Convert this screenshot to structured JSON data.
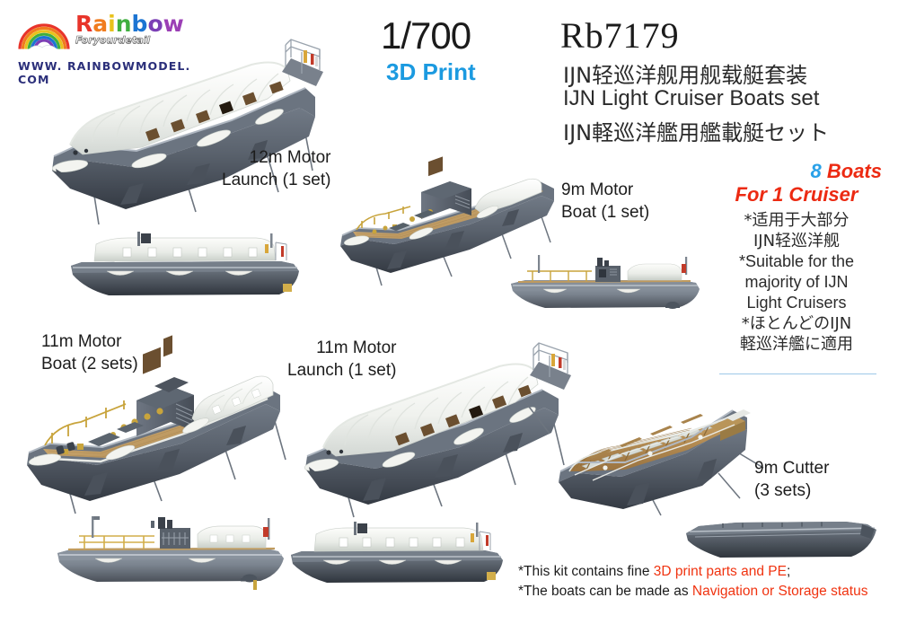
{
  "brand": {
    "logo_word": "Rainbow",
    "logo_letters": [
      {
        "ch": "R",
        "color": "#e8342a"
      },
      {
        "ch": "a",
        "color": "#f07c1e"
      },
      {
        "ch": "i",
        "color": "#e8c21c"
      },
      {
        "ch": "n",
        "color": "#3fae3f"
      },
      {
        "ch": "b",
        "color": "#1b74d2"
      },
      {
        "ch": "o",
        "color": "#7b3fb5"
      },
      {
        "ch": "w",
        "color": "#9b3fb5"
      }
    ],
    "tagline": "Foryourdetail",
    "website": "WWW. RAINBOWMODEL. COM",
    "icon": "rainbow-arc-icon"
  },
  "header": {
    "scale": "1/700",
    "print_type": "3D Print",
    "print_type_color": "#1b9ae0",
    "product_code": "Rb7179",
    "title_cn": "IJN轻巡洋舰用舰载艇套装",
    "title_en": "IJN Light Cruiser Boats set",
    "title_jp": "IJN軽巡洋艦用艦載艇セット"
  },
  "info_panel": {
    "boats_count": "8",
    "boats_word": " Boats",
    "for_line": "For 1 Cruiser",
    "accent_color": "#ec2a12",
    "count_color": "#2aa1e8",
    "notes": [
      "*适用于大部分",
      "IJN轻巡洋舰",
      "*Suitable for the",
      "majority of IJN",
      "Light Cruisers",
      "*ほとんどのIJN",
      "軽巡洋艦に適用"
    ]
  },
  "boats": [
    {
      "id": "12m-motor-launch",
      "line1": "12m Motor",
      "line2": "Launch (1 set)",
      "sets": "1 set"
    },
    {
      "id": "9m-motor-boat",
      "line1": "9m Motor",
      "line2": "Boat (1 set)",
      "sets": "1 set"
    },
    {
      "id": "11m-motor-boat",
      "line1": "11m Motor",
      "line2": "Boat (2 sets)",
      "sets": "2 sets"
    },
    {
      "id": "11m-motor-launch",
      "line1": "11m Motor",
      "line2": "Launch (1 set)",
      "sets": "1 set"
    },
    {
      "id": "9m-cutter",
      "line1": "9m Cutter",
      "line2": "(3 sets)",
      "sets": "3 sets"
    }
  ],
  "footer": {
    "line1_pre": "*This kit contains fine ",
    "line1_hl": "3D print parts and PE",
    "line1_post": ";",
    "line2_pre": "*The boats can be made as ",
    "line2_hl": "Navigation or Storage status",
    "highlight_color": "#f03310"
  },
  "palette": {
    "hull_gray": "#5b636e",
    "hull_dark": "#3d444e",
    "canopy_white": "#f2f3ef",
    "deck_wood": "#c9a46a",
    "brass": "#c8a43c",
    "red_accent": "#c0392b"
  }
}
